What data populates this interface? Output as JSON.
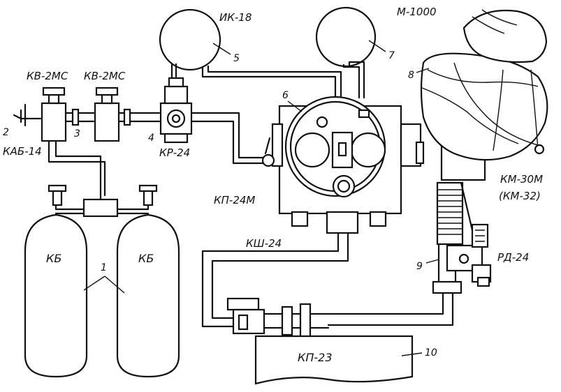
{
  "labels": {
    "ik18": "ИК-18",
    "m1000": "М-1000",
    "kv2ms_left": "КВ-2МС",
    "kv2ms_right": "КВ-2МС",
    "kab14": "КАБ-14",
    "kr24": "КР-24",
    "kp24m": "КП-24М",
    "ksh24": "КШ-24",
    "km30m": "КМ-30М",
    "km32": "(КМ-32)",
    "rd24": "РД-24",
    "kp23": "КП-23",
    "kb_left": "КБ",
    "kb_right": "КБ"
  },
  "numbers": {
    "n1": "1",
    "n2": "2",
    "n3": "3",
    "n4": "4",
    "n5": "5",
    "n6": "6",
    "n7": "7",
    "n8": "8",
    "n9": "9",
    "n10": "10"
  }
}
